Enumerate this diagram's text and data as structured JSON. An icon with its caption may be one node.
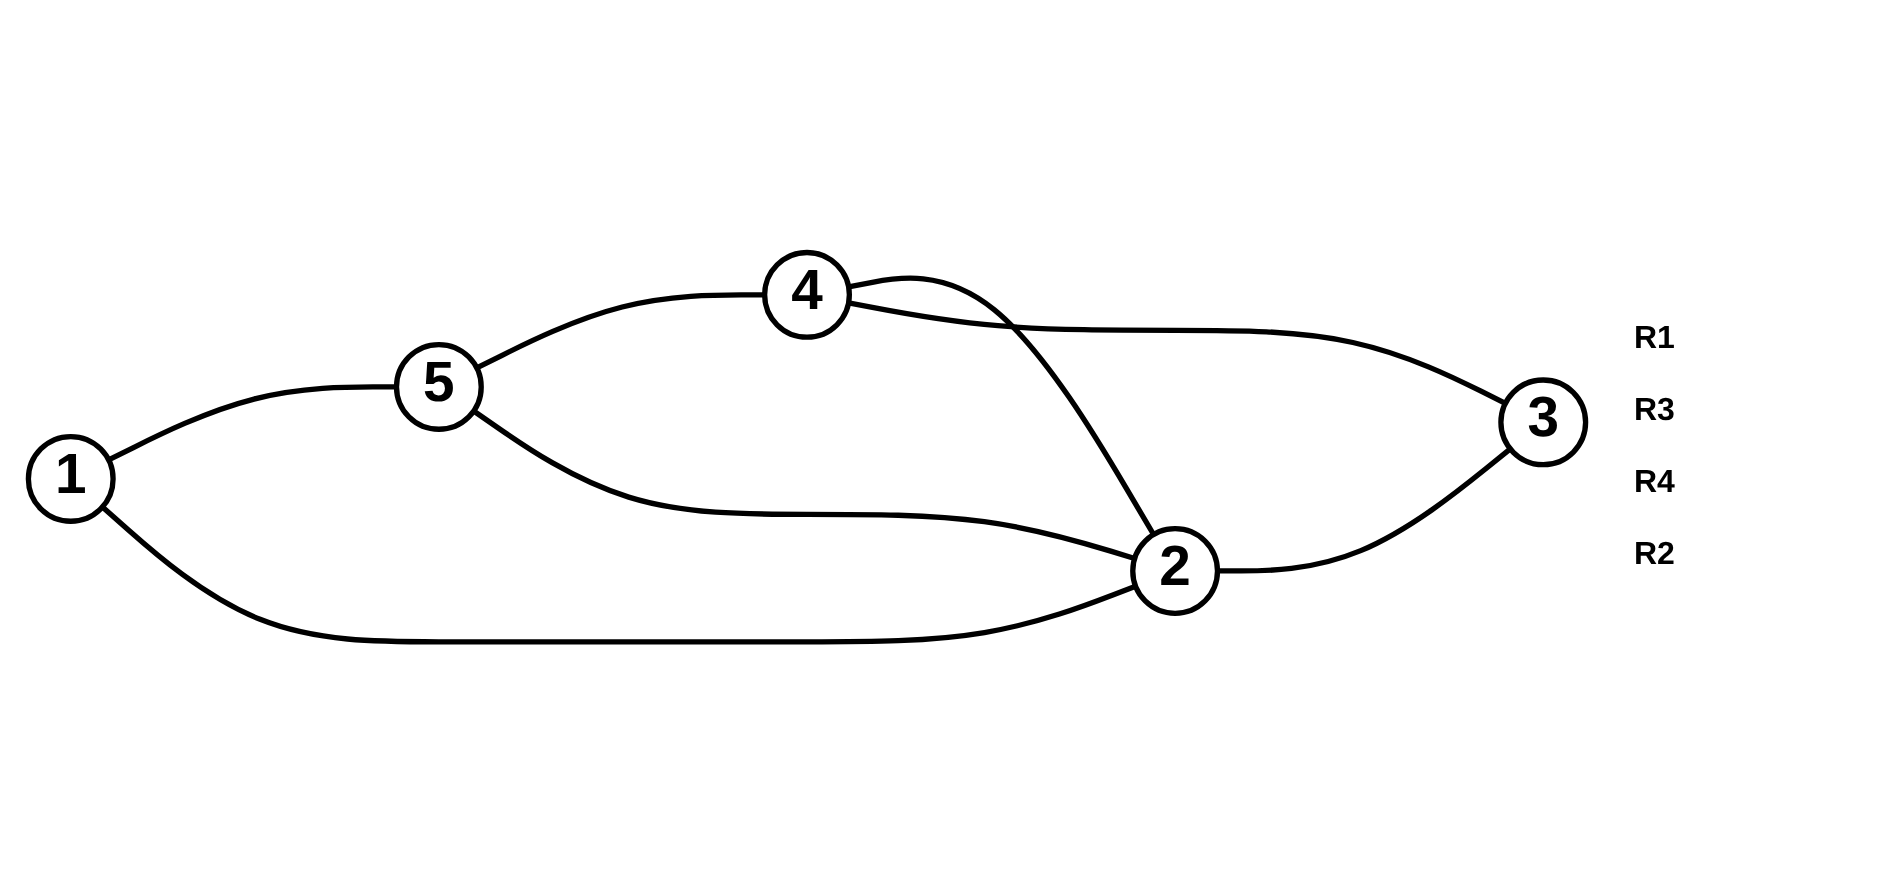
{
  "diagram": {
    "nodes": [
      {
        "text": [
          "1"
        ]
      },
      {
        "text": [
          "5"
        ]
      },
      {
        "text": [
          "4"
        ]
      },
      {
        "text": [
          "2"
        ]
      },
      {
        "text": [
          "3"
        ]
      }
    ],
    "edges": [
      {
        "from": 0,
        "to": 1,
        "arrow": "none"
      },
      {
        "from": 1,
        "to": 2,
        "arrow": "none"
      },
      {
        "from": 0,
        "to": 3,
        "arrow": "none"
      },
      {
        "from": 1,
        "to": 3,
        "arrow": "none"
      },
      {
        "from": 2,
        "to": 3,
        "arrow": "none"
      },
      {
        "from": 2,
        "to": 4,
        "arrow": "none"
      },
      {
        "from": 3,
        "to": 4,
        "arrow": "none"
      }
    ],
    "labels": [
      "R1",
      "R3",
      "R4",
      "R2"
    ]
  }
}
